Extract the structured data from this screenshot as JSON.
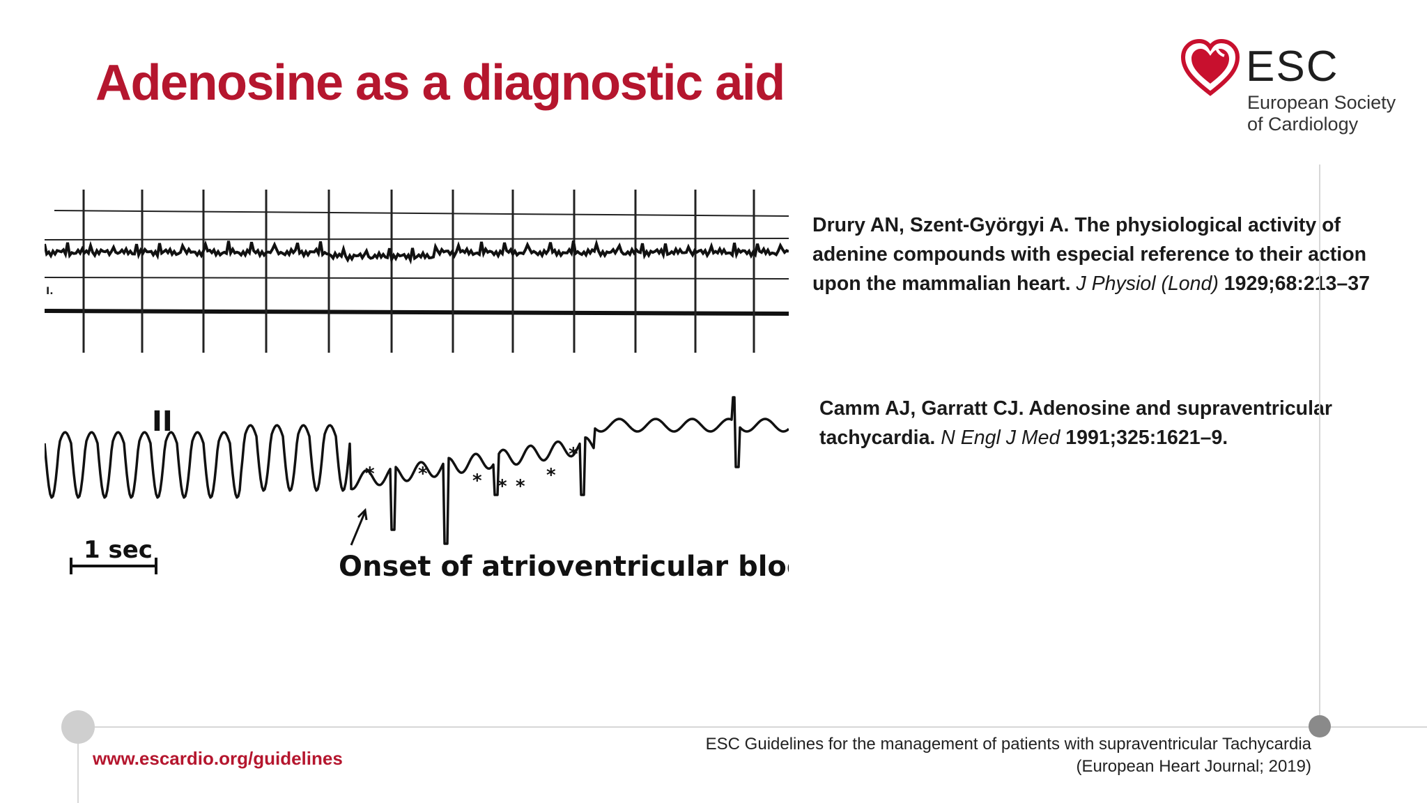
{
  "slide": {
    "title": "Adenosine as a diagnostic aid",
    "brand_color": "#b5162e"
  },
  "logo": {
    "icon": "heart-logo-icon",
    "word": "ESC",
    "line1": "European Society",
    "line2": "of Cardiology"
  },
  "figure": {
    "top_strip_marker": "I.",
    "lead_label": "II",
    "scale_label": "1 sec",
    "annotation": "Onset of atrioventricular block",
    "p_wave_marker": "*"
  },
  "references": [
    {
      "authors_title": "Drury AN, Szent-Györgyi A. The physiological activity of adenine compounds with especial reference to their action upon the mammalian heart. ",
      "journal": "J Physiol (Lond)",
      "citation": " 1929;68:213–37",
      "citation_bold": true
    },
    {
      "authors_title": "Camm AJ, Garratt CJ. Adenosine and supraventricular tachycardia. ",
      "journal": "N Engl J Med",
      "citation": " 1991;325:1621–9.",
      "citation_bold": true
    }
  ],
  "footer": {
    "url": "www.escardio.org/guidelines",
    "source_line1": "ESC Guidelines for the management of patients with supraventricular Tachycardia",
    "source_line2": "(European Heart Journal; 2019)"
  }
}
